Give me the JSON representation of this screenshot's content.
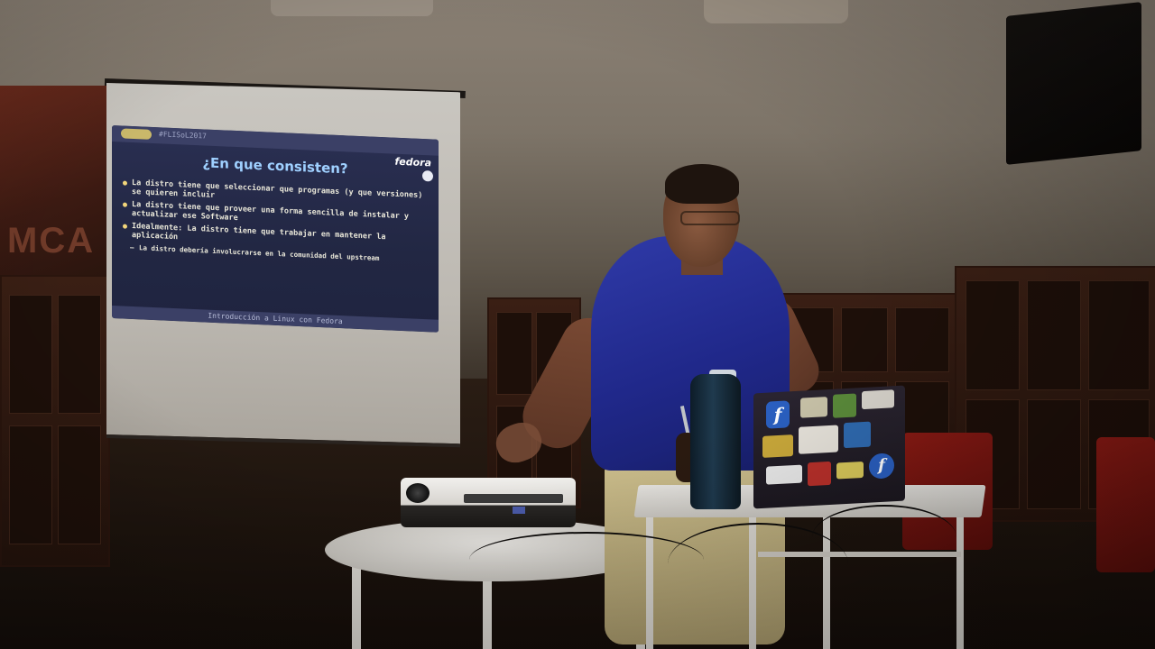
{
  "photo": {
    "subject": "presenter",
    "slide": {
      "hashtag": "#FLISoL2017",
      "brand": "fedora",
      "title": "¿En que consisten?",
      "bullets": [
        {
          "text": "La distro tiene que seleccionar que programas (y que versiones) se quieren incluir",
          "level": 1
        },
        {
          "text": "La distro tiene que proveer una forma sencilla de instalar y actualizar ese Software",
          "level": 1
        },
        {
          "text": "Idealmente: La distro tiene que trabajar en mantener la aplicación",
          "level": 1
        },
        {
          "text": "La distro debería involucrarse en la comunidad del upstream",
          "level": 2
        }
      ],
      "footer": "Introducción a Linux con Fedora"
    },
    "poster_text": "MCA",
    "laptop_badges": [
      "f",
      "f"
    ],
    "colors": {
      "shirt": "#20288a",
      "slide_background": "#222743",
      "slide_title": "#9fd0ff",
      "chairs": "#8a1a14",
      "fedora_blue": "#2a5fc0"
    }
  }
}
